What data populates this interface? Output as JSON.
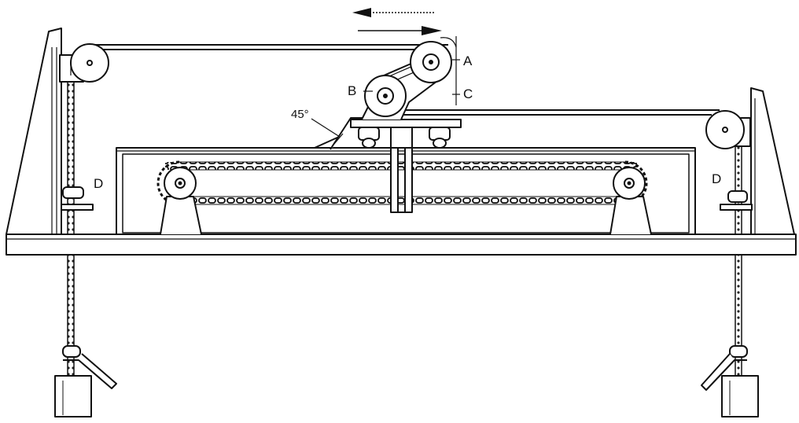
{
  "labels": {
    "A": "A",
    "B": "B",
    "C": "C",
    "angle": "45°",
    "D_left": "D",
    "D_right": "D"
  },
  "colors": {
    "line": "#111111",
    "background": "#ffffff"
  }
}
